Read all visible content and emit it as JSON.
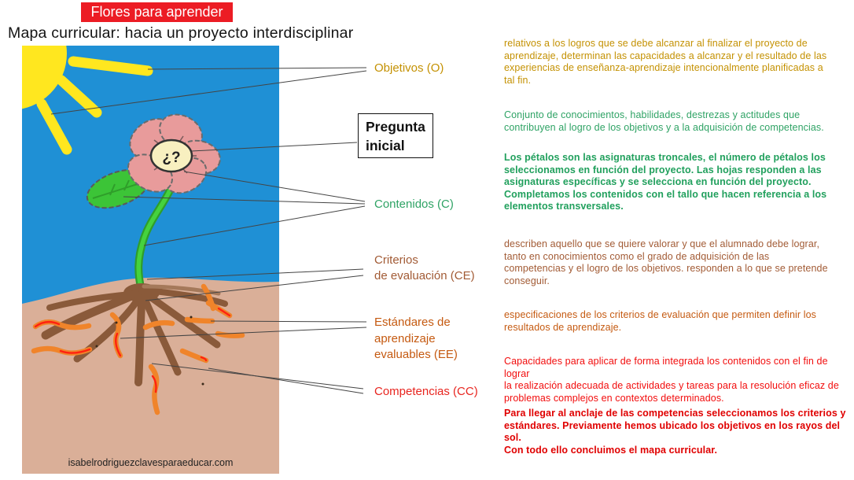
{
  "header": {
    "banner": "Flores para aprender",
    "title": "Mapa curricular: hacia un proyecto interdisciplinar"
  },
  "drawing": {
    "question_mark": "¿?",
    "footer": "isabelrodriguezclavesparaeducar.com"
  },
  "labels": {
    "objetivos": {
      "text": "Objetivos (O)",
      "color": "#C49102"
    },
    "pregunta": {
      "text": "Pregunta\ninicial",
      "color": "#111111"
    },
    "contenidos": {
      "text": "Contenidos (C)",
      "color": "#2FA365"
    },
    "criterios": {
      "text": "Criterios\nde evaluación (CE)",
      "color": "#A25B35"
    },
    "estandares": {
      "text": "Estándares de\naprendizaje\nevaluables (EE)",
      "color": "#C55A11"
    },
    "competencias": {
      "text": "Competencias (CC)",
      "color": "#E8251F"
    }
  },
  "paragraphs": [
    {
      "text": "relativos a los logros que se debe alcanzar al finalizar el proyecto de\naprendizaje, determinan las capacidades a alcanzar y el resultado de las\nexperiencias de enseñanza-aprendizaje intencionalmente planificadas a\ntal fin.",
      "color": "#C49102",
      "weight": "normal"
    },
    {
      "text": "Conjunto de conocimientos, habilidades, destrezas y actitudes que\ncontribuyen al logro de los objetivos y a la adquisición de competencias.",
      "color": "#2FA365",
      "weight": "normal"
    },
    {
      "text": "Los pétalos son las asignaturas troncales, el número de pétalos los\nseleccionamos en función del proyecto. Las hojas responden a las\nasignaturas específicas y se selecciona en función del proyecto.\nCompletamos los contenidos con el tallo que hacen referencia a los\nelementos transversales.",
      "color": "#21A05D",
      "weight": "bold"
    },
    {
      "text": "describen aquello que se quiere valorar y que el alumnado debe lograr,\ntanto en conocimientos como el grado de adquisición de las\ncompetencias y el logro de los objetivos. responden a lo que se pretende\nconseguir.",
      "color": "#A25B35",
      "weight": "normal"
    },
    {
      "text": "especificaciones de los criterios de evaluación que permiten definir los\nresultados de aprendizaje.",
      "color": "#C55A11",
      "weight": "normal"
    },
    {
      "text": "Capacidades para aplicar de forma integrada los contenidos con el fin de lograr\nla realización adecuada de actividades y tareas para la resolución eficaz de\nproblemas complejos en contextos determinados.",
      "color": "#F20D0D",
      "weight": "normal"
    },
    {
      "text": "Para llegar al anclaje de las competencias seleccionamos los criterios y\nestándares. Previamente hemos ubicado los objetivos en los rayos del sol.\nCon todo ello concluimos el mapa curricular.",
      "color": "#E00000",
      "weight": "bold"
    }
  ],
  "colors": {
    "banner_bg": "#EC1C24",
    "sky": "#1F90D5",
    "sun": "#FFE71F",
    "petal": "#E89B9B",
    "flower_center": "#F8F0C0",
    "leaf": "#3CC437",
    "soil": "#DAAF98",
    "root": "#8A5A3A",
    "worm": "#F0842A",
    "worm_accent": "#FF2210",
    "connector": "#444444"
  }
}
